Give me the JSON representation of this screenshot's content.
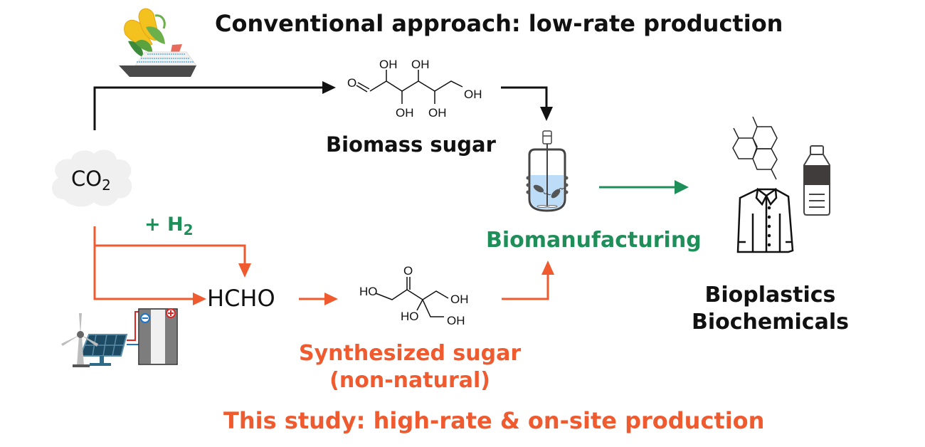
{
  "diagram": {
    "title_top": "Conventional approach: low-rate production",
    "title_bottom": "This study: high-rate & on-site production",
    "nodes": {
      "co2": {
        "label": "CO",
        "subscript": "2"
      },
      "h2": {
        "label": "+ H",
        "subscript": "2"
      },
      "hcho": {
        "label": "HCHO"
      },
      "biomass_sugar": {
        "label": "Biomass sugar"
      },
      "synthesized_sugar": {
        "line1": "Synthesized sugar",
        "line2": "(non-natural)"
      },
      "biomanufacturing": {
        "label": "Biomanufacturing"
      },
      "products": {
        "line1": "Bioplastics",
        "line2": "Biochemicals"
      }
    },
    "chem_labels": {
      "oh": "OH",
      "ho": "HO",
      "o": "O"
    },
    "colors": {
      "conventional": "#111111",
      "this_study": "#f05a2f",
      "biomanufacturing": "#1f8f5a"
    },
    "icons": [
      "corn-icon",
      "ship-icon",
      "cloud-icon",
      "wind-turbine-icon",
      "solar-panel-icon",
      "electrolyzer-icon",
      "bioreactor-icon",
      "molecule-icon",
      "shirt-icon",
      "bottle-icon"
    ]
  }
}
